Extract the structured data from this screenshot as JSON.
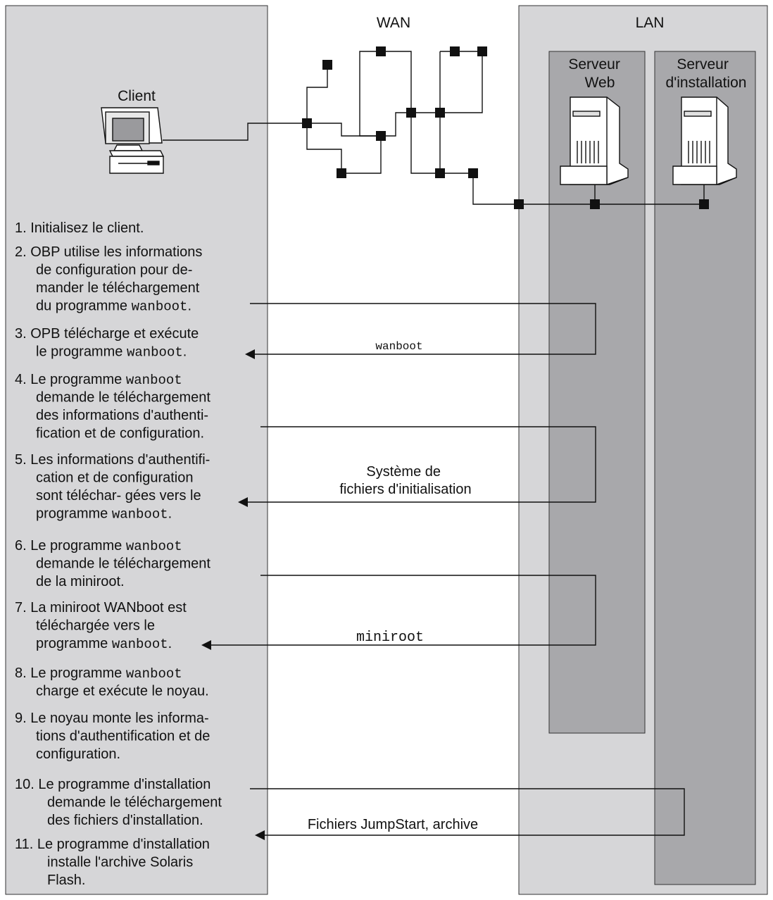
{
  "regions": {
    "wan_label": "WAN",
    "lan_label": "LAN",
    "client_label": "Client",
    "web_server_label": [
      "Serveur",
      "Web"
    ],
    "install_server_label": [
      "Serveur",
      "d'installation"
    ]
  },
  "steps": [
    {
      "lines": [
        [
          {
            "t": "1. Initialisez le client."
          }
        ]
      ]
    },
    {
      "lines": [
        [
          {
            "t": "2. OBP utilise les informations"
          }
        ],
        [
          {
            "t": "de configuration pour de-"
          }
        ],
        [
          {
            "t": "mander le téléchargement"
          }
        ],
        [
          {
            "t": "du programme "
          },
          {
            "t": "wanboot",
            "code": true
          },
          {
            "t": "."
          }
        ]
      ]
    },
    {
      "lines": [
        [
          {
            "t": "3. OPB télécharge et exécute"
          }
        ],
        [
          {
            "t": "le programme "
          },
          {
            "t": "wanboot",
            "code": true
          },
          {
            "t": "."
          }
        ]
      ]
    },
    {
      "lines": [
        [
          {
            "t": "4. Le programme "
          },
          {
            "t": "wanboot",
            "code": true
          }
        ],
        [
          {
            "t": "demande le téléchargement"
          }
        ],
        [
          {
            "t": "des informations d'authenti-"
          }
        ],
        [
          {
            "t": "fication et de configuration."
          }
        ]
      ]
    },
    {
      "lines": [
        [
          {
            "t": "5. Les informations d'authentifi-"
          }
        ],
        [
          {
            "t": "cation et de configuration"
          }
        ],
        [
          {
            "t": "sont téléchar- gées vers le"
          }
        ],
        [
          {
            "t": "programme "
          },
          {
            "t": "wanboot",
            "code": true
          },
          {
            "t": "."
          }
        ]
      ]
    },
    {
      "lines": [
        [
          {
            "t": "6. Le programme "
          },
          {
            "t": "wanboot",
            "code": true
          }
        ],
        [
          {
            "t": "demande le téléchargement"
          }
        ],
        [
          {
            "t": "de la miniroot."
          }
        ]
      ]
    },
    {
      "lines": [
        [
          {
            "t": "7. La miniroot WANboot est"
          }
        ],
        [
          {
            "t": "téléchargée vers le"
          }
        ],
        [
          {
            "t": "programme "
          },
          {
            "t": "wanboot",
            "code": true
          },
          {
            "t": "."
          }
        ]
      ]
    },
    {
      "lines": [
        [
          {
            "t": "8. Le programme "
          },
          {
            "t": "wanboot",
            "code": true
          }
        ],
        [
          {
            "t": "charge et exécute le noyau."
          }
        ]
      ]
    },
    {
      "lines": [
        [
          {
            "t": "9. Le noyau monte les informa-"
          }
        ],
        [
          {
            "t": "tions d'authentification et de"
          }
        ],
        [
          {
            "t": "configuration."
          }
        ]
      ]
    },
    {
      "lines": [
        [
          {
            "t": "10. Le programme d'installation"
          }
        ],
        [
          {
            "t": "demande le téléchargement"
          }
        ],
        [
          {
            "t": "des fichiers d'installation."
          }
        ]
      ]
    },
    {
      "lines": [
        [
          {
            "t": "11. Le programme d'installation"
          }
        ],
        [
          {
            "t": "installe l'archive Solaris"
          }
        ],
        [
          {
            "t": "Flash."
          }
        ]
      ]
    }
  ],
  "transfers": {
    "wanboot_label": "wanboot",
    "bootfs_label": [
      "Système de",
      "fichiers d'initialisation"
    ],
    "miniroot_label": "miniroot",
    "jumpstart_label": "Fichiers JumpStart, archive"
  },
  "colors": {
    "client_panel": "#d6d6d8",
    "lan_panel": "#d6d6d8",
    "server_column": "#a8a8ab",
    "lines": "#111111"
  }
}
